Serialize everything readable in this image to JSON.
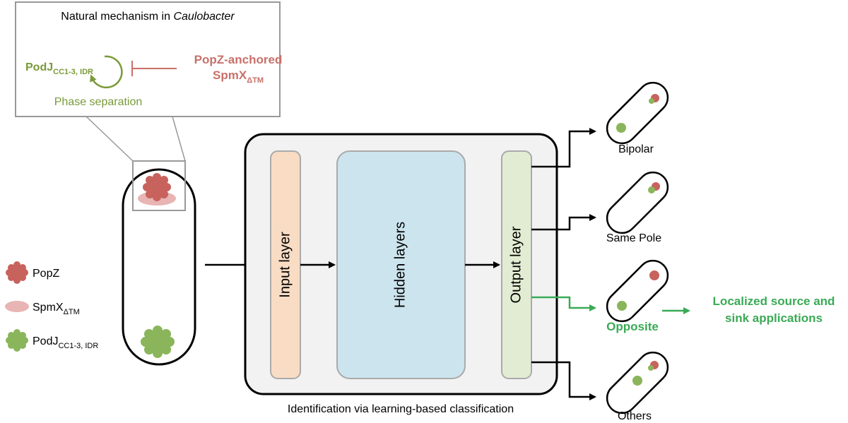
{
  "inset": {
    "title_prefix": "Natural mechanism in ",
    "title_italic": "Caulobacter",
    "podj_main": "PodJ",
    "podj_sub": "CC1-3, IDR",
    "popz_line1": "PopZ-anchored",
    "spmx_main": "SpmX",
    "spmx_sub": "ΔTM",
    "phase_label": "Phase separation"
  },
  "legend": {
    "popz": "PopZ",
    "spmx_main": "SpmX",
    "spmx_sub": "ΔTM",
    "podj_main": "PodJ",
    "podj_sub": "CC1-3, IDR"
  },
  "network": {
    "input_label": "Input layer",
    "hidden_label": "Hidden layers",
    "output_label": "Output layer",
    "caption": "Identification via learning-based classification"
  },
  "outcomes": {
    "bipolar": "Bipolar",
    "same_pole": "Same Pole",
    "opposite": "Opposite",
    "others": "Others"
  },
  "application": {
    "line1": "Localized source and",
    "line2": "sink applications"
  },
  "colors": {
    "popz_red": "#c8625c",
    "spmx_pink": "#e8b4b4",
    "podj_green": "#8ab55a",
    "olive_text": "#7a9a3a",
    "red_text": "#c8706a",
    "app_green": "#3aaa55",
    "input_fill": "#f8dcc4",
    "hidden_fill": "#cce4ee",
    "output_fill": "#e2ecd2",
    "panel_fill": "#f2f2f2"
  }
}
